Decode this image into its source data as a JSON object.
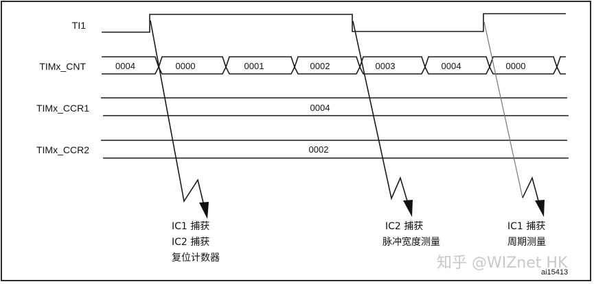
{
  "signals": {
    "ti1": {
      "label": "TI1"
    },
    "cnt": {
      "label": "TIMx_CNT",
      "values": [
        "0004",
        "0000",
        "0001",
        "0002",
        "0003",
        "0004",
        "0000"
      ]
    },
    "ccr1": {
      "label": "TIMx_CCR1",
      "value": "0004"
    },
    "ccr2": {
      "label": "TIMx_CCR2",
      "value": "0002"
    }
  },
  "annotations": {
    "first_edge": {
      "line1": "IC1 捕获",
      "line2": "IC2 捕获",
      "line3": "复位计数器"
    },
    "falling_edge": {
      "line1": "IC2 捕获",
      "line2": "脉冲宽度测量"
    },
    "second_edge": {
      "line1": "IC1 捕获",
      "line2": "周期测量"
    }
  },
  "watermark": "知乎 @WIZnet HK",
  "figure_id": "ai15413"
}
